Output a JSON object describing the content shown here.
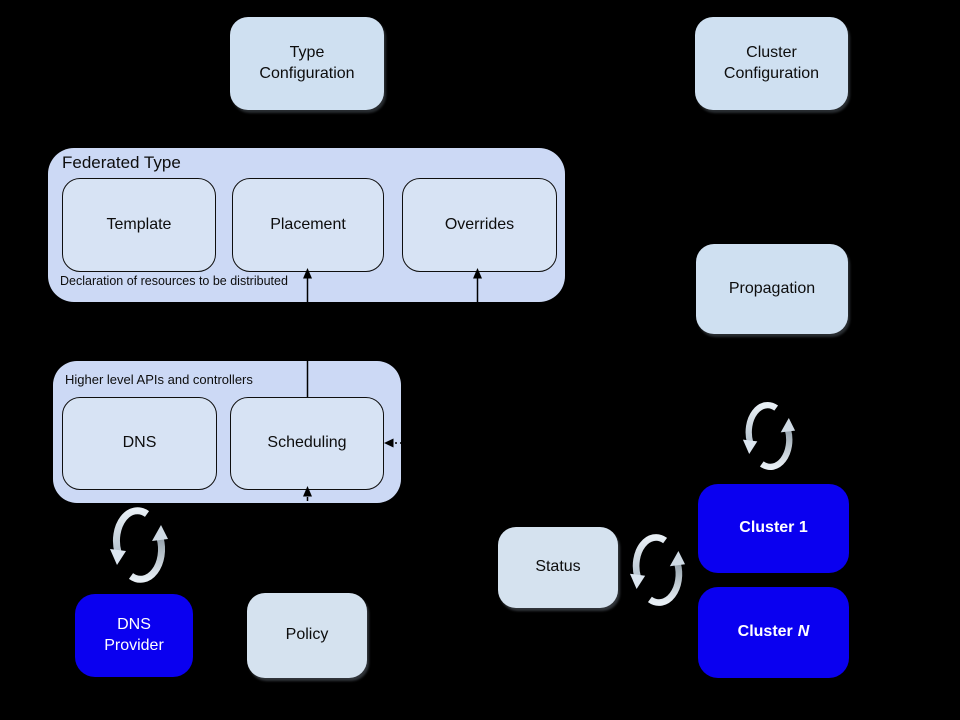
{
  "colors": {
    "background": "#000000",
    "container_fill": "#ccd9f5",
    "inner_box_fill": "#d7e3f4",
    "light_box_fill": "#cfe0f1",
    "status_box_fill": "#d5e2ef",
    "blue_box_fill": "#0a00f0",
    "text_dark": "#0d0d0d",
    "text_light": "#ffffff",
    "arrow_color": "#000000",
    "sync_icon_light": "#e8eff5",
    "sync_icon_dark": "#95a2ac"
  },
  "containers": {
    "federated_type": {
      "label": "Federated Type",
      "caption": "Declaration of resources to be distributed"
    },
    "higher_level_apis": {
      "label": "Higher level APIs and controllers"
    }
  },
  "nodes": {
    "type_configuration": {
      "line1": "Type",
      "line2": "Configuration"
    },
    "cluster_configuration": {
      "line1": "Cluster",
      "line2": "Configuration"
    },
    "template": {
      "label": "Template"
    },
    "placement": {
      "label": "Placement"
    },
    "overrides": {
      "label": "Overrides"
    },
    "dns": {
      "label": "DNS"
    },
    "scheduling": {
      "label": "Scheduling"
    },
    "propagation": {
      "label": "Propagation"
    },
    "status": {
      "label": "Status"
    },
    "policy": {
      "label": "Policy"
    },
    "dns_provider": {
      "line1": "DNS",
      "line2": "Provider"
    },
    "cluster_1": {
      "label": "Cluster 1"
    },
    "cluster_n": {
      "prefix": "Cluster",
      "suffix": "N"
    }
  },
  "icons": {
    "sync": "sync-arrows-icon"
  },
  "edges": [
    {
      "from": "Scheduling",
      "to": "Placement",
      "style": "solid-arrow-up"
    },
    {
      "from": "below",
      "to": "Overrides",
      "style": "solid-arrow-up"
    },
    {
      "from": "right",
      "to": "Scheduling",
      "style": "dash-dot-arrow-left"
    },
    {
      "from": "Policy",
      "to": "Scheduling",
      "style": "dashed-arrow-up"
    },
    {
      "from": "DNS",
      "to": "DNS Provider",
      "style": "sync"
    },
    {
      "from": "Status",
      "to": "Cluster 1",
      "style": "sync"
    },
    {
      "from": "Propagation",
      "to": "Cluster 1",
      "style": "sync"
    }
  ]
}
